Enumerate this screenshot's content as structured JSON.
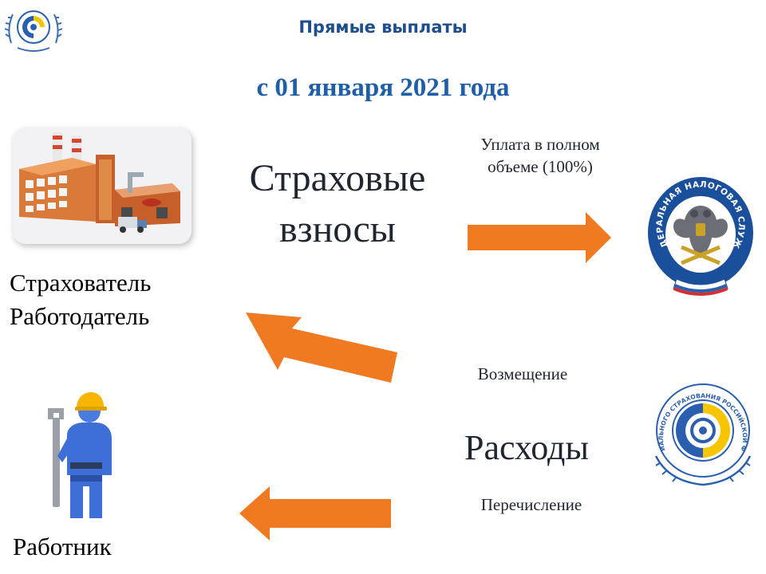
{
  "header": {
    "title": "Прямые выплаты",
    "subtitle": "с 01 января 2021 года"
  },
  "diagram": {
    "insurance_contributions": "Страховые взносы",
    "payment_full": "Уплата в полном объеме (100%)",
    "compensation": "Возмещение",
    "expenses": "Расходы",
    "transfer": "Перечисление",
    "employer_line1": "Страхователь",
    "employer_line2": "Работодатель",
    "worker": "Работник"
  },
  "logos": {
    "fns_text": "ФЕДЕРАЛЬНАЯ НАЛОГОВАЯ СЛУЖБА",
    "fss_text": "ФОНД СОЦИАЛЬНОГО СТРАХОВАНИЯ РОССИЙСКОЙ ФЕДЕРАЦИИ"
  },
  "colors": {
    "arrow": "#f07a21",
    "title_blue": "#1f4e8c",
    "subtitle_blue": "#1f5fa8",
    "fns_blue": "#1a4f9c",
    "fss_blue": "#2a5fb0",
    "fss_yellow": "#f6c500"
  },
  "icons": {
    "top_left_logo": "fss-logo-icon",
    "employer": "factory-icon",
    "worker": "worker-icon",
    "fns": "fns-emblem-icon",
    "fss": "fss-logo-icon"
  }
}
